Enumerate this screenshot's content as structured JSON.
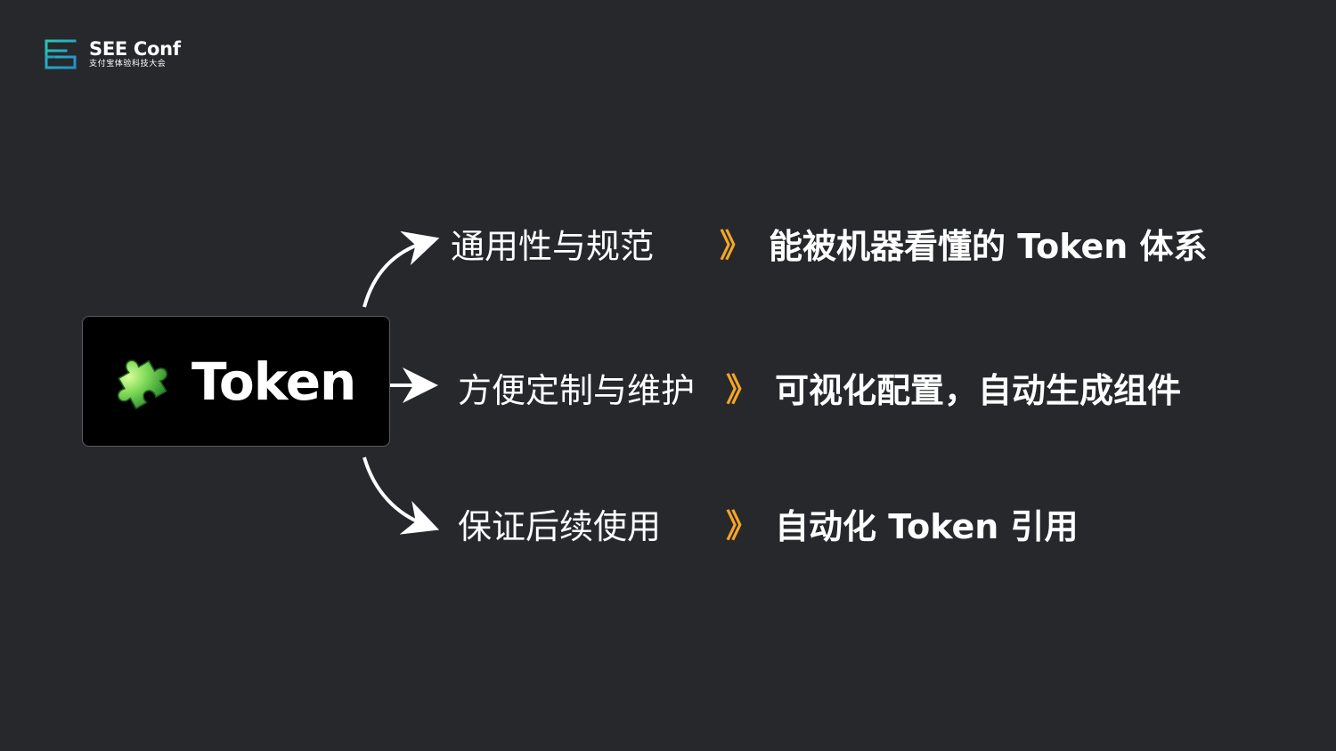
{
  "logo": {
    "icon": "see-conf-logo-mark",
    "title": "SEE Conf",
    "subtitle": "支付宝体验科技大会",
    "colors": [
      "#2bc5b4",
      "#1e90d0"
    ]
  },
  "token_card": {
    "icon": "puzzle-piece-icon",
    "label": "Token"
  },
  "accent": "#f5a623",
  "rows": [
    {
      "label": "通用性与规范",
      "chevron": "》",
      "value": "能被机器看懂的 Token 体系"
    },
    {
      "label": "方便定制与维护",
      "chevron": "》",
      "value": "可视化配置，自动生成组件"
    },
    {
      "label": "保证后续使用",
      "chevron": "》",
      "value": "自动化 Token 引用"
    }
  ]
}
